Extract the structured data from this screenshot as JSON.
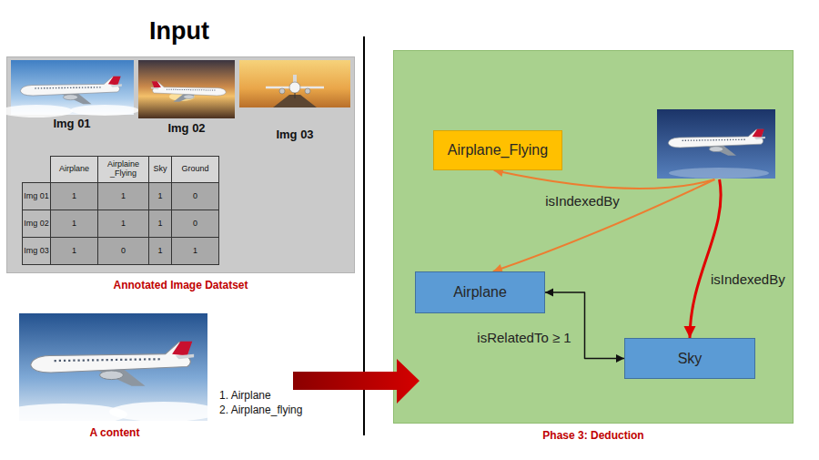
{
  "diagram": {
    "title": "Input",
    "nodes": [
      {
        "text": [
          "Annotated Image Datatset"
        ]
      },
      {
        "text": [
          "Phase 3: Deduction"
        ]
      },
      {
        "text": [
          "Airplane_Flying"
        ],
        "in": 1
      },
      {
        "text": [],
        "in": 1
      },
      {
        "text": [
          "Airplane"
        ],
        "in": 1
      },
      {
        "text": [
          "Sky"
        ],
        "in": 1
      }
    ],
    "edges": [
      {
        "from": 3,
        "to": 2,
        "arrow": "to",
        "label": "isIndexedBy"
      },
      {
        "from": 3,
        "to": 4,
        "arrow": "to"
      },
      {
        "from": 3,
        "to": 5,
        "arrow": "to",
        "label": "isIndexedBy"
      },
      {
        "from": 4,
        "to": 5,
        "arrow": "both",
        "label": "isRelatedTo ≥ 1"
      }
    ],
    "labels": [
      "Img 01",
      "Img 02",
      "Img 03",
      "Airplane",
      "Airplaine _Flying",
      "Sky",
      "Ground",
      "Img 01",
      "1",
      "1",
      "1",
      "0",
      "Img 02",
      "1",
      "1",
      "1",
      "0",
      "Img 03",
      "1",
      "0",
      "1",
      "1",
      "A content",
      "1. Airplane",
      "2. Airplane_flying"
    ]
  }
}
